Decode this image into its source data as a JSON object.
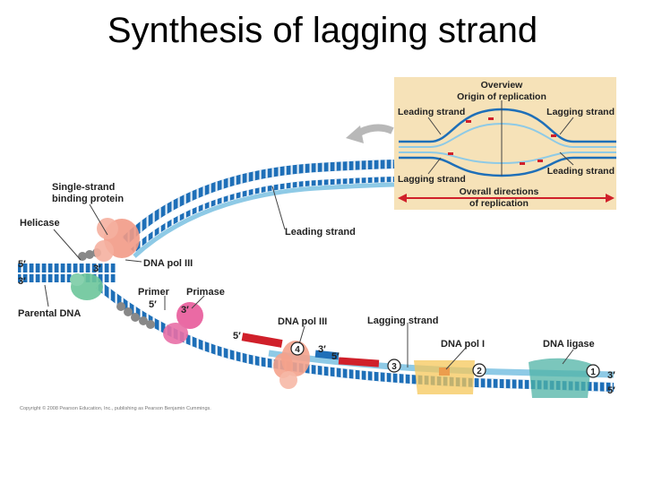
{
  "title": "Synthesis of lagging strand",
  "labels": {
    "single_strand_binding_protein_line1": "Single-strand",
    "single_strand_binding_protein_line2": "binding protein",
    "helicase": "Helicase",
    "leading_strand": "Leading strand",
    "dna_pol_iii_top": "DNA pol III",
    "primer": "Primer",
    "primase": "Primase",
    "parental_dna": "Parental DNA",
    "dna_pol_iii_bottom": "DNA pol III",
    "lagging_strand": "Lagging strand",
    "dna_pol_i": "DNA pol I",
    "dna_ligase": "DNA ligase"
  },
  "strand_ends": {
    "left_top_5": "5′",
    "left_bottom_3": "3′",
    "near_helicase_3": "3′",
    "primer_5": "5′",
    "primase_3": "3′",
    "okazaki_5a": "5′",
    "okazaki_3": "3′",
    "okazaki_5b": "5′",
    "right_3": "3′",
    "right_5": "5′"
  },
  "steps": [
    "1",
    "2",
    "3",
    "4"
  ],
  "overview": {
    "heading": "Overview",
    "origin": "Origin of replication",
    "leading_strand_left": "Leading strand",
    "lagging_strand_right": "Lagging strand",
    "lagging_strand_left": "Lagging strand",
    "leading_strand_right": "Leading strand",
    "directions_line1": "Overall directions",
    "directions_line2": "of replication"
  },
  "copyright": "Copyright © 2008 Pearson Education, Inc., publishing as Pearson Benjamin Cummings.",
  "colors": {
    "strand_blue": "#1e6fb8",
    "new_strand_light": "#8ecae6",
    "rna_primer_red": "#d0202a",
    "overview_bg": "#f6e2b8",
    "pol_iii": "#f4a28c",
    "primase": "#e85a9a",
    "helicase": "#f29a86",
    "ligase": "#4fb3a5",
    "pol_i": "#f6c75a"
  }
}
